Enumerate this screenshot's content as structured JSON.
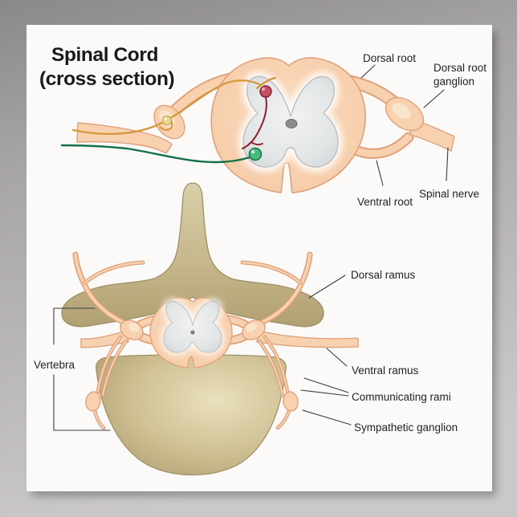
{
  "poster": {
    "title": {
      "line1": "Spinal Cord",
      "line2": "(cross section)"
    },
    "top_figure": {
      "description": "spinal cord cross section with nerve roots",
      "labels": {
        "dorsal_root": "Dorsal root",
        "dorsal_root_ganglion_line1": "Dorsal root",
        "dorsal_root_ganglion_line2": "ganglion",
        "ventral_root": "Ventral root",
        "spinal_nerve": "Spinal nerve"
      }
    },
    "bottom_figure": {
      "description": "spinal cord inside vertebra with nerve rami",
      "labels": {
        "vertebra": "Vertebra",
        "dorsal_ramus": "Dorsal ramus",
        "ventral_ramus": "Ventral ramus",
        "communicating_rami": "Communicating rami",
        "sympathetic_ganglion": "Sympathetic ganglion"
      }
    },
    "colors": {
      "wall_gray_top": "#8b8889",
      "wall_gray_bottom": "#c9c6c7",
      "paper_white": "#fbfaf8",
      "nerve_peach": "#f7d1b0",
      "nerve_outline": "#dfa17a",
      "gray_matter": "#e4e6e7",
      "bone_khaki": "#c9ba90",
      "sensory_fiber_orange": "#d6973c",
      "interneuron_red": "#8e2033",
      "motor_neuron_green": "#14714a",
      "label_text": "#232323"
    }
  }
}
